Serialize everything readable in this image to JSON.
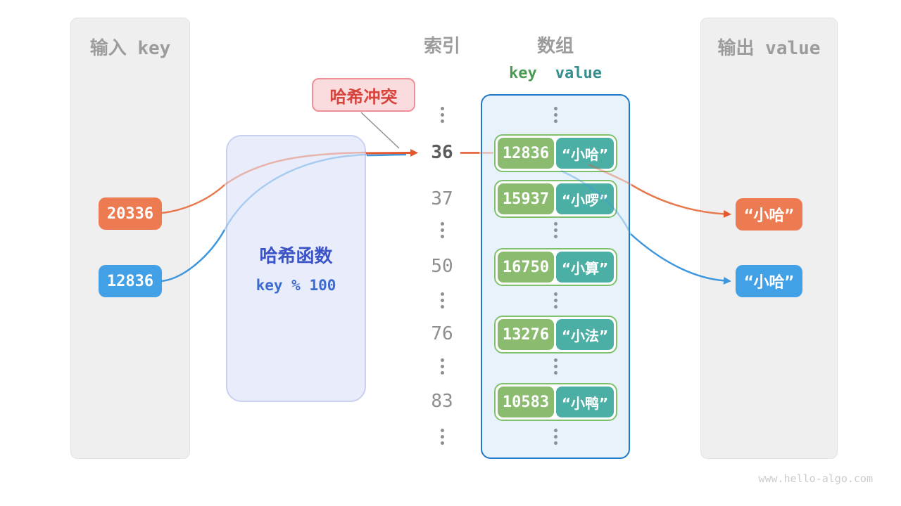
{
  "page": {
    "watermark": "www.hello-algo.com",
    "background": "#FFFFFF"
  },
  "colors": {
    "orange": "#ED7B52",
    "blue": "#41A0E6",
    "arrow_orange": "#E4572E",
    "arrow_blue": "#3E96DC",
    "key_green": "#8ABB6F",
    "value_teal": "#4BAFA5",
    "pair_border_green": "#7FC06D",
    "array_border_blue": "#1E7AC9",
    "array_bg": "#E7F2FB",
    "hash_box_bg": "#E9EDFB",
    "hash_text_blue": "#3C55C6",
    "collision_red": "#D6443C",
    "collision_bg": "#FADBDE",
    "panel_gray": "#EFEFEF",
    "gray_text": "#9C9C9C"
  },
  "input_panel": {
    "title": "输入 key",
    "items": [
      {
        "label": "20336",
        "color": "#ED7B52"
      },
      {
        "label": "12836",
        "color": "#41A0E6"
      }
    ]
  },
  "hash_function": {
    "title": "哈希函数",
    "formula": "key % 100"
  },
  "collision_label": {
    "text": "哈希冲突"
  },
  "index_column": {
    "title": "索引",
    "values": [
      "36",
      "37",
      "50",
      "76",
      "83"
    ]
  },
  "array": {
    "title": "数组",
    "key_header": "key",
    "value_header": "value",
    "rows": [
      {
        "key": "12836",
        "value": "“小哈”"
      },
      {
        "key": "15937",
        "value": "“小啰”"
      },
      {
        "key": "16750",
        "value": "“小算”"
      },
      {
        "key": "13276",
        "value": "“小法”"
      },
      {
        "key": "10583",
        "value": "“小鸭”"
      }
    ]
  },
  "output_panel": {
    "title": "输出 value",
    "items": [
      {
        "label": "“小哈”",
        "color": "#ED7B52"
      },
      {
        "label": "“小哈”",
        "color": "#41A0E6"
      }
    ]
  }
}
